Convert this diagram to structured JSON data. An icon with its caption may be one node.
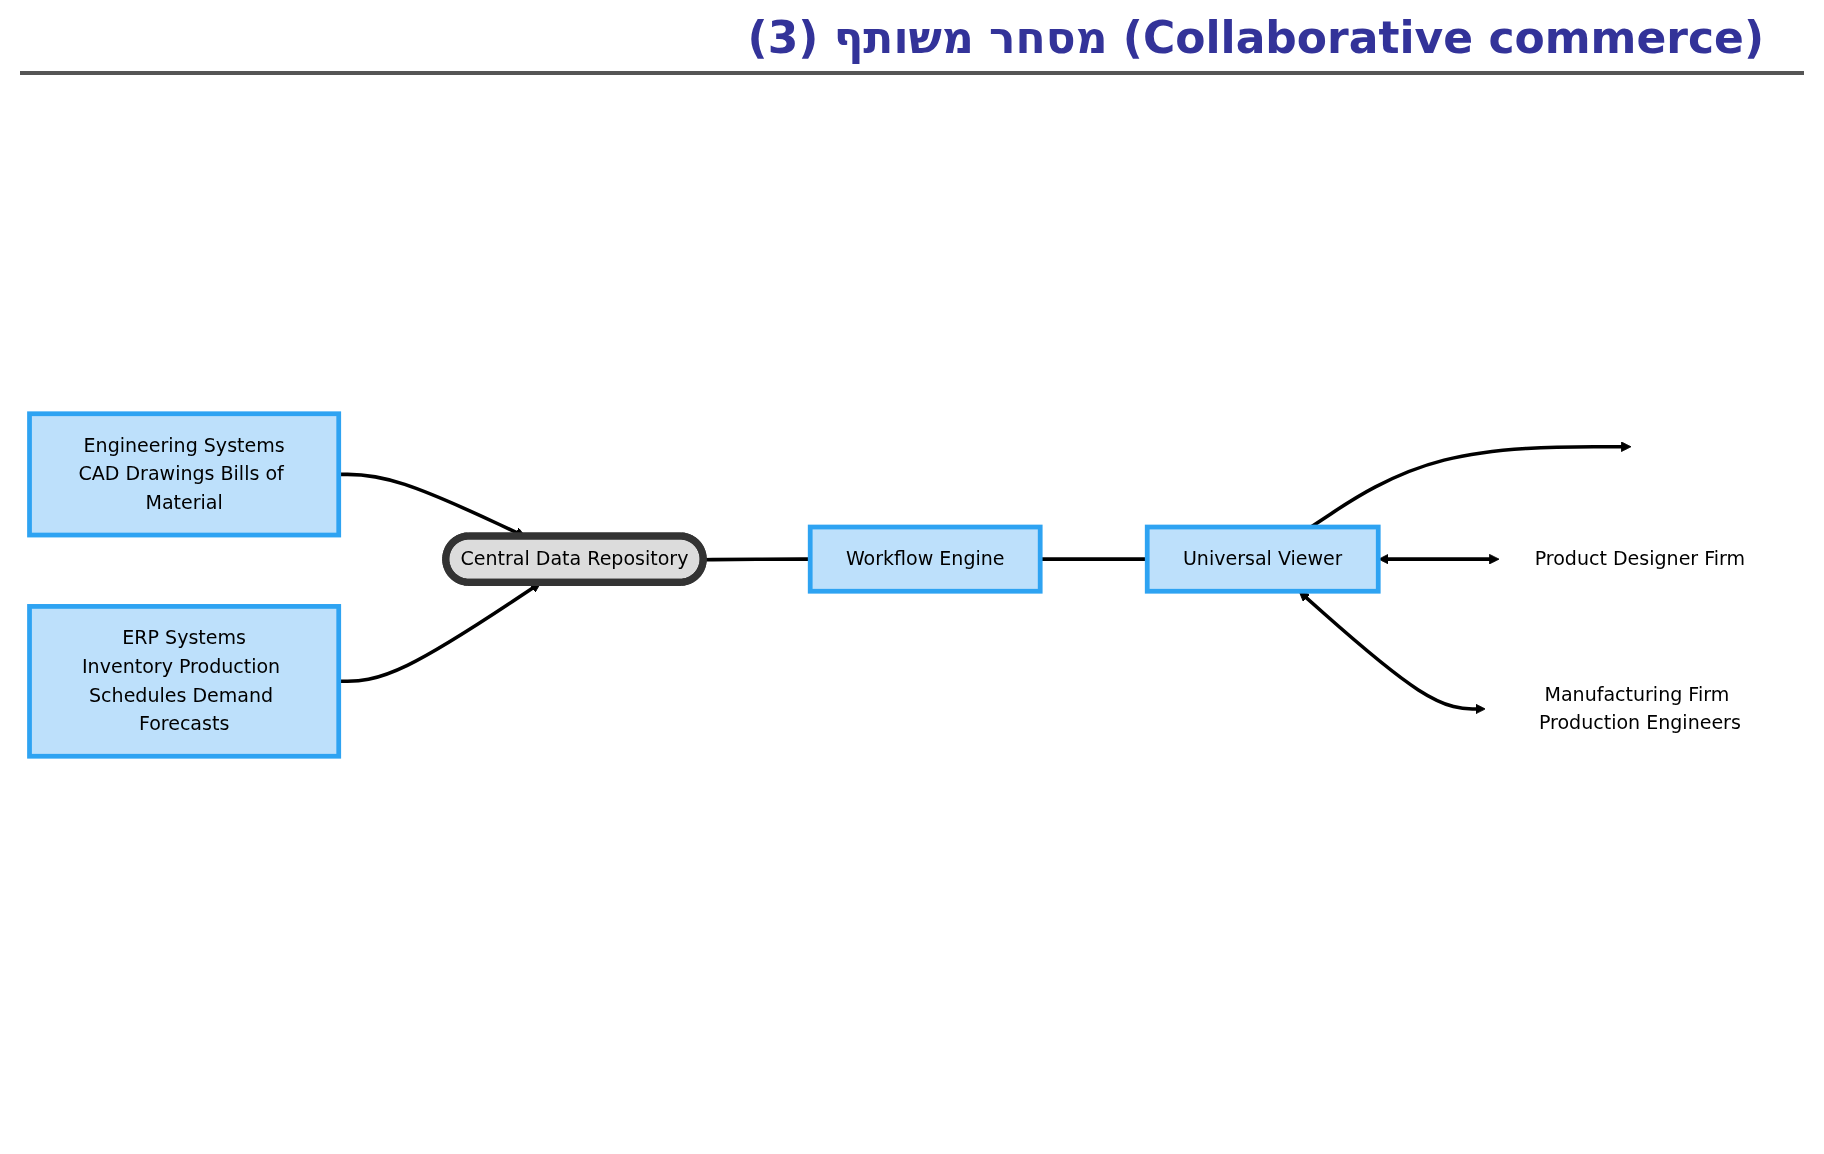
{
  "diagram": {
    "title": "מסחר משותף (3) (Collaborative commerce)",
    "nodes": [
      {
        "text": [
          "Engineering Systems",
          "CAD Drawings Bills of Material"
        ]
      },
      {
        "text": [
          "ERP Systems",
          "Inventory Production Schedules Demand Forecasts"
        ]
      },
      {
        "text": [
          "Central Data Repository"
        ]
      },
      {
        "text": [
          "Workflow Engine"
        ]
      },
      {
        "text": [
          "Universal Viewer"
        ]
      },
      {
        "text": [
          "Product Designer Firm"
        ]
      },
      {
        "text": [
          "Manufacturing Firm Production Engineers"
        ]
      }
    ],
    "edges": [
      {
        "from": 0,
        "to": 2,
        "arrow": "to"
      },
      {
        "from": 1,
        "to": 2,
        "arrow": "to"
      },
      {
        "from": 2,
        "to": 3,
        "arrow": "none"
      },
      {
        "from": 3,
        "to": 4,
        "arrow": "none"
      },
      {
        "from": 4,
        "to": null,
        "arrow": "to"
      },
      {
        "from": 4,
        "to": 5,
        "arrow": "both"
      },
      {
        "from": 4,
        "to": 6,
        "arrow": "both"
      }
    ]
  }
}
